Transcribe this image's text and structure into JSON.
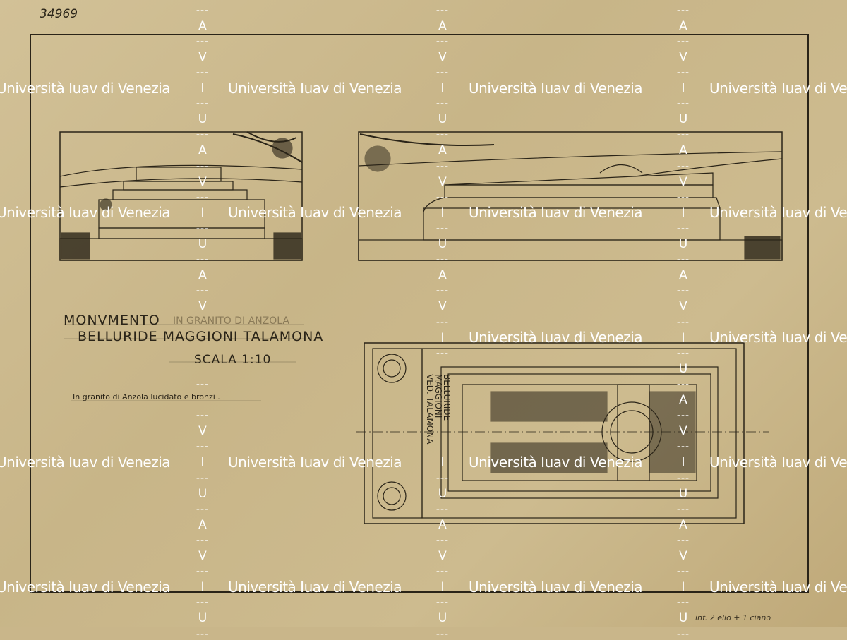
{
  "sheet": {
    "catalog_number": "34969",
    "title_line1": "MONVMENTO",
    "title_line1_faint": "IN GRANITO DI ANZOLA",
    "title_line2": "BELLURIDE MAGGIONI TALAMONA",
    "scale": "SCALA 1:10",
    "material_note": "In granito di Anzola lucidato e bronzi .",
    "plan_inscription": [
      "BELLURIDE",
      "MAGGIONI",
      "VED. TALAMONA"
    ],
    "pencil_note": "inf. 2 elio + 1 ciano"
  },
  "watermark": {
    "text": "Università Iuav di Venezia",
    "letters": [
      "I",
      "U",
      "A",
      "V"
    ],
    "separator": "---",
    "color": "#ffffff"
  },
  "colors": {
    "paper": "#cdbb8f",
    "ink": "#2a2418"
  }
}
